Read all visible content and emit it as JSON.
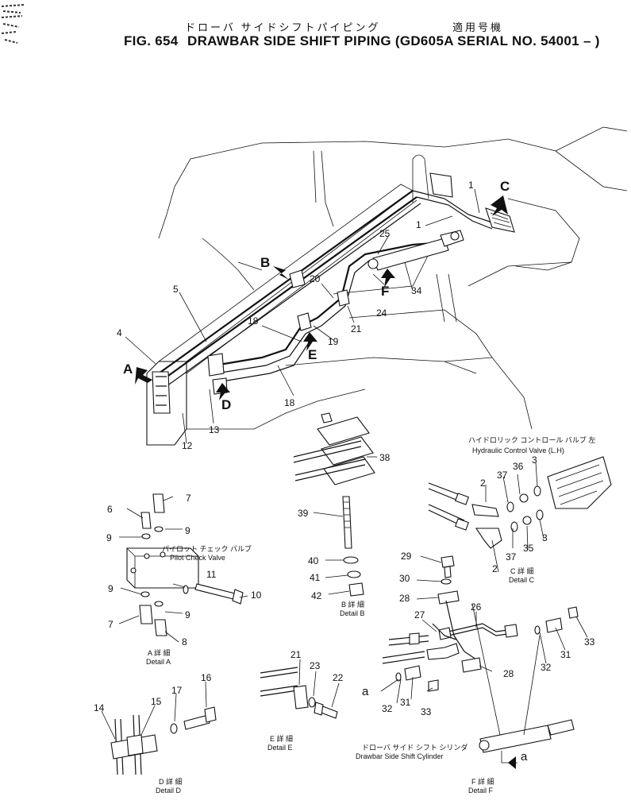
{
  "header": {
    "title_jp": "ドローバ サイドシフトパイピング",
    "applicable_jp": "適用号機",
    "fig_label": "FIG. 654",
    "title_en": "DRAWBAR SIDE SHIFT PIPING (GD605A SERIAL NO. 54001 – )"
  },
  "views": {
    "A": "A",
    "B": "B",
    "C": "C",
    "D": "D",
    "E": "E",
    "F": "F"
  },
  "callouts": {
    "n1a": "1",
    "n1b": "1",
    "n2a": "2",
    "n2b": "2",
    "n3a": "3",
    "n3b": "3",
    "n4": "4",
    "n5": "5",
    "n6": "6",
    "n7a": "7",
    "n7b": "7",
    "n8": "8",
    "n9a": "9",
    "n9b": "9",
    "n9c": "9",
    "n9d": "9",
    "n10": "10",
    "n11": "11",
    "n12": "12",
    "n13": "13",
    "n14": "14",
    "n15": "15",
    "n16": "16",
    "n17": "17",
    "n18a": "18",
    "n18b": "18",
    "n19": "19",
    "n20": "20",
    "n21a": "21",
    "n21b": "21",
    "n22": "22",
    "n23": "23",
    "n24": "24",
    "n25": "25",
    "n26": "26",
    "n27": "27",
    "n28a": "28",
    "n28b": "28",
    "n29": "29",
    "n30": "30",
    "n31a": "31",
    "n31b": "31",
    "n32a": "32",
    "n32b": "32",
    "n33a": "33",
    "n33b": "33",
    "n34": "34",
    "n35": "35",
    "n36": "36",
    "n37a": "37",
    "n37b": "37",
    "n38": "38",
    "n39": "39",
    "n40": "40",
    "n41": "41",
    "n42": "42",
    "a1": "a",
    "a2": "a"
  },
  "captions": {
    "pilot_jp": "パイロット チェック バルブ",
    "pilot_en": "Pilot Check Valve",
    "hcv_jp": "ハイドロリック コントロール バルブ 左",
    "hcv_en": "Hydraulic Control Valve (L.H)",
    "cyl_jp": "ドローバ サイド シフト シリンダ",
    "cyl_en": "Drawbar Side Shift Cylinder",
    "detA_jp": "A 詳 細",
    "detA_en": "Detail A",
    "detB_jp": "B 詳 細",
    "detB_en": "Detail B",
    "detC_jp": "C 詳 細",
    "detC_en": "Detail C",
    "detD_jp": "D 詳 細",
    "detD_en": "Detail D",
    "detE_jp": "E 詳 細",
    "detE_en": "Detail E",
    "detF_jp": "F 詳 細",
    "detF_en": "Detail F"
  }
}
